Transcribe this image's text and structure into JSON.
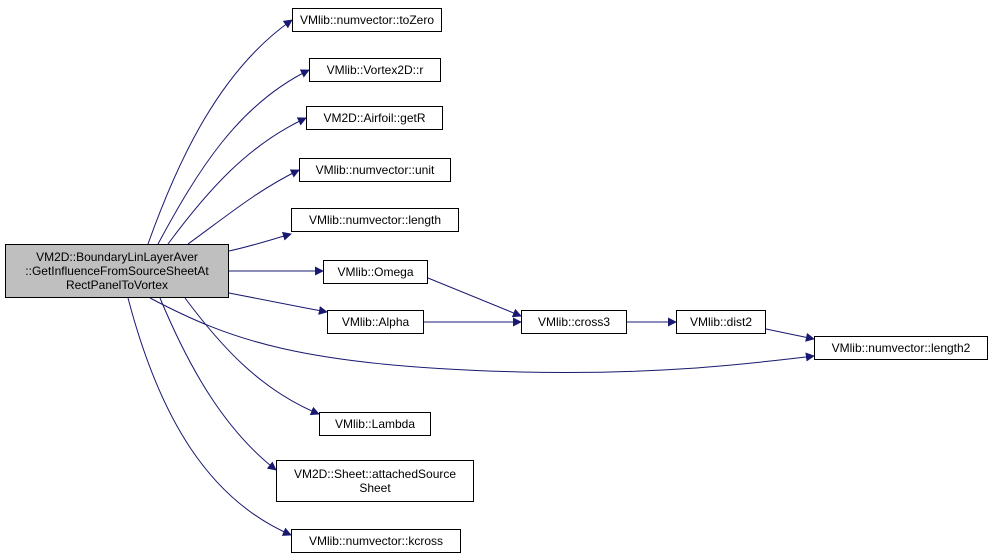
{
  "root": {
    "label": "VM2D::BoundaryLinLayerAver\n::GetInfluenceFromSourceSheetAt\nRectPanelToVortex"
  },
  "nodes": [
    {
      "id": "toZero",
      "label": "VMlib::numvector::toZero"
    },
    {
      "id": "r",
      "label": "VMlib::Vortex2D::r"
    },
    {
      "id": "getR",
      "label": "VM2D::Airfoil::getR"
    },
    {
      "id": "unit",
      "label": "VMlib::numvector::unit"
    },
    {
      "id": "length",
      "label": "VMlib::numvector::length"
    },
    {
      "id": "omega",
      "label": "VMlib::Omega"
    },
    {
      "id": "alpha",
      "label": "VMlib::Alpha"
    },
    {
      "id": "cross3",
      "label": "VMlib::cross3"
    },
    {
      "id": "dist2",
      "label": "VMlib::dist2"
    },
    {
      "id": "length2",
      "label": "VMlib::numvector::length2"
    },
    {
      "id": "lambda",
      "label": "VMlib::Lambda"
    },
    {
      "id": "attachedSourceSheet",
      "label": "VM2D::Sheet::attachedSource\nSheet"
    },
    {
      "id": "kcross",
      "label": "VMlib::numvector::kcross"
    }
  ],
  "edges": [
    {
      "from": "root",
      "to": "toZero"
    },
    {
      "from": "root",
      "to": "r"
    },
    {
      "from": "root",
      "to": "getR"
    },
    {
      "from": "root",
      "to": "unit"
    },
    {
      "from": "root",
      "to": "length"
    },
    {
      "from": "root",
      "to": "omega"
    },
    {
      "from": "root",
      "to": "alpha"
    },
    {
      "from": "root",
      "to": "length2"
    },
    {
      "from": "root",
      "to": "lambda"
    },
    {
      "from": "root",
      "to": "attachedSourceSheet"
    },
    {
      "from": "root",
      "to": "kcross"
    },
    {
      "from": "omega",
      "to": "cross3"
    },
    {
      "from": "alpha",
      "to": "cross3"
    },
    {
      "from": "cross3",
      "to": "dist2"
    },
    {
      "from": "dist2",
      "to": "length2"
    }
  ],
  "colors": {
    "edge": "#191970",
    "root_fill": "#bfbfbf",
    "node_fill": "#ffffff",
    "border": "#000000"
  }
}
